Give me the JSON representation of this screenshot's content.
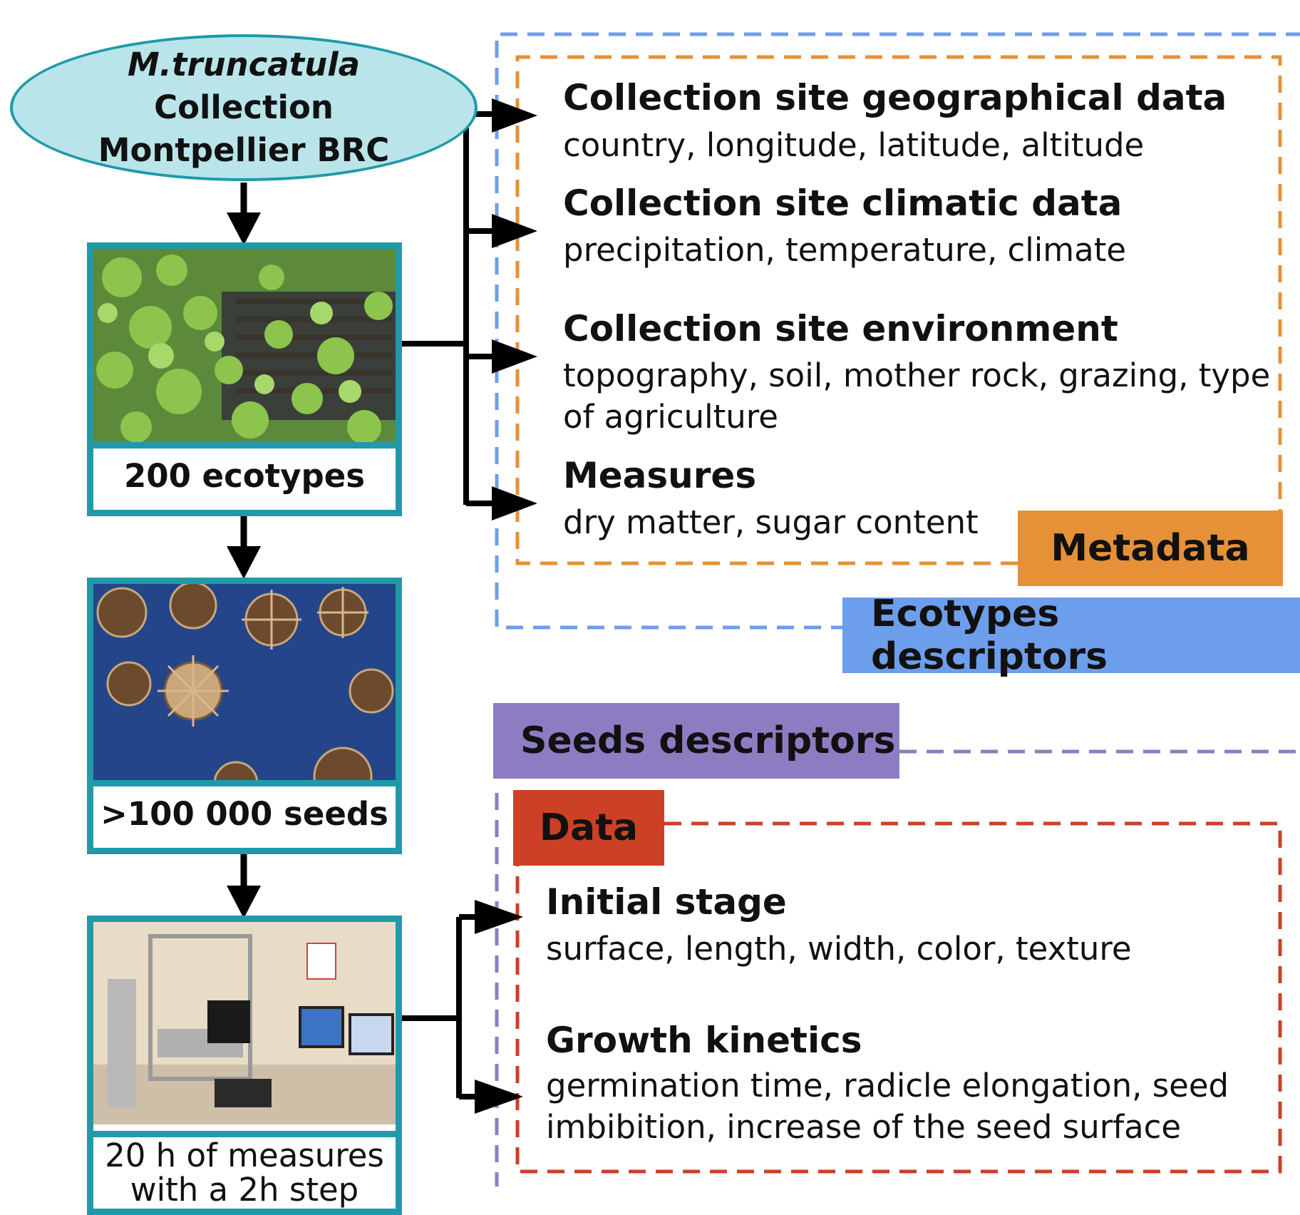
{
  "source": {
    "line1": "M.truncatula",
    "line2": "Collection",
    "line3": "Montpellier BRC"
  },
  "stages": [
    {
      "caption": "200 ecotypes",
      "photo": "clover-plants"
    },
    {
      "caption": ">100 000 seeds",
      "photo": "spiny-seed-pods"
    },
    {
      "caption_line1": "20 h of measures",
      "caption_line2": "with a 2h step",
      "photo": "lab-imaging-station"
    }
  ],
  "ecotypes_group": {
    "label": "Ecotypes descriptors",
    "color": "#6d9eeb",
    "metadata": {
      "label": "Metadata",
      "color": "#e69138",
      "items": [
        {
          "title": "Collection site geographical data",
          "desc": "country, longitude, latitude, altitude"
        },
        {
          "title": "Collection site climatic data",
          "desc": "precipitation, temperature, climate"
        },
        {
          "title": "Collection site environment",
          "desc_line1": "topography, soil, mother rock, grazing, type",
          "desc_line2": "of agriculture"
        },
        {
          "title": "Measures",
          "desc": "dry matter, sugar content"
        }
      ]
    }
  },
  "seeds_group": {
    "label": "Seeds descriptors",
    "color": "#8e7cc3",
    "data": {
      "label": "Data",
      "color": "#cc4125",
      "items": [
        {
          "title": "Initial stage",
          "desc": "surface, length, width, color, texture"
        },
        {
          "title": "Growth kinetics",
          "desc_line1": "germination time, radicle elongation, seed",
          "desc_line2": "imbibition, increase of the seed surface"
        }
      ]
    }
  }
}
